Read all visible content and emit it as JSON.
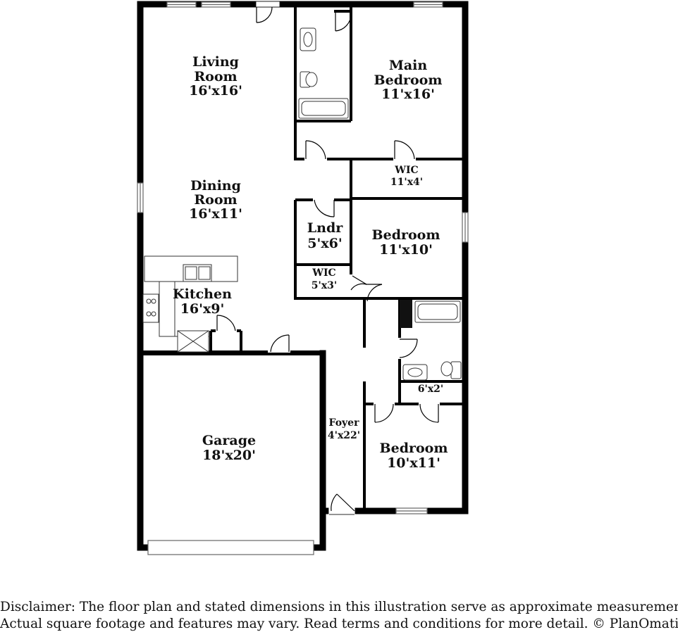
{
  "rooms": {
    "living": {
      "name_l1": "Living",
      "name_l2": "Room",
      "dims": "16'x16'"
    },
    "main_bedroom": {
      "name_l1": "Main",
      "name_l2": "Bedroom",
      "dims": "11'x16'"
    },
    "dining": {
      "name_l1": "Dining",
      "name_l2": "Room",
      "dims": "16'x11'"
    },
    "wic_main": {
      "name": "WIC",
      "dims": "11'x4'"
    },
    "laundry": {
      "name": "Lndr",
      "dims": "5'x6'"
    },
    "bedroom2": {
      "name": "Bedroom",
      "dims": "11'x10'"
    },
    "wic_small": {
      "name": "WIC",
      "dims": "5'x3'"
    },
    "kitchen": {
      "name": "Kitchen",
      "dims": "16'x9'"
    },
    "closet": {
      "dims": "6'x2'"
    },
    "garage": {
      "name": "Garage",
      "dims": "18'x20'"
    },
    "foyer": {
      "name": "Foyer",
      "dims": "4'x22'"
    },
    "bedroom3": {
      "name": "Bedroom",
      "dims": "10'x11'"
    }
  },
  "disclaimer": {
    "line1": "Disclaimer: The floor plan and stated dimensions in this illustration serve as approximate measurements.",
    "line2": "Actual square footage and features may vary. Read terms and conditions for more detail. © PlanOmatic"
  }
}
